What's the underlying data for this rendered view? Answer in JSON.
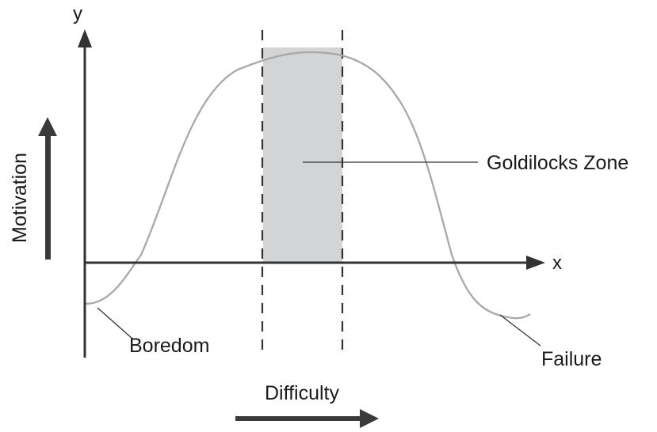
{
  "axes": {
    "x_letter": "x",
    "y_letter": "y"
  },
  "labels": {
    "vertical": "Motivation",
    "horizontal": "Difficulty"
  },
  "zone": {
    "label": "Goldilocks Zone"
  },
  "callouts": {
    "low_end": "Boredom",
    "high_end": "Failure"
  },
  "colors": {
    "axis": "#333333",
    "curve": "#a8a8a8",
    "zone_fill": "#d3d4d6",
    "leader": "#333333",
    "arrow": "#3a3a3a"
  }
}
